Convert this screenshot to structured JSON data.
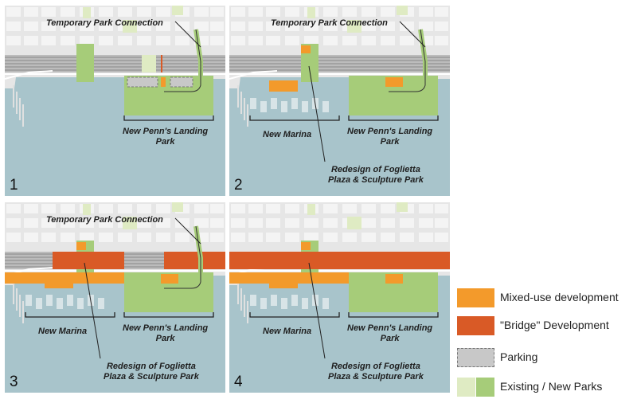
{
  "panels": [
    {
      "number": "1",
      "labels": {
        "connection": "Temporary Park Connection",
        "park": "New Penn's Landing\nPark"
      }
    },
    {
      "number": "2",
      "labels": {
        "connection": "Temporary Park Connection",
        "park": "New Penn's Landing\nPark",
        "marina": "New Marina",
        "plaza": "Redesign of Foglietta\nPlaza & Sculpture Park"
      }
    },
    {
      "number": "3",
      "labels": {
        "connection": "Temporary Park Connection",
        "park": "New Penn's Landing\nPark",
        "marina": "New Marina",
        "plaza": "Redesign of Foglietta\nPlaza & Sculpture Park"
      }
    },
    {
      "number": "4",
      "labels": {
        "park": "New Penn's Landing\nPark",
        "marina": "New Marina",
        "plaza": "Redesign of Foglietta\nPlaza & Sculpture Park"
      }
    }
  ],
  "legend": [
    {
      "label": "Mixed-use development",
      "colors": [
        "#f39a2b"
      ]
    },
    {
      "label": "\"Bridge\" Development",
      "colors": [
        "#d95a26"
      ]
    },
    {
      "label": "Parking",
      "colors": [
        "#c8c8c8"
      ]
    },
    {
      "label": "Existing / New Parks",
      "colors": [
        "#dfebc3",
        "#a6cc79"
      ]
    }
  ],
  "colors": {
    "water": "#a8c4cb",
    "land": "#e6e6e6",
    "block": "#f4f4f4",
    "park_existing": "#dfebc3",
    "park_new": "#a6cc79",
    "mixed_use": "#f39a2b",
    "bridge": "#d95a26",
    "parking": "#c8c8c8"
  }
}
